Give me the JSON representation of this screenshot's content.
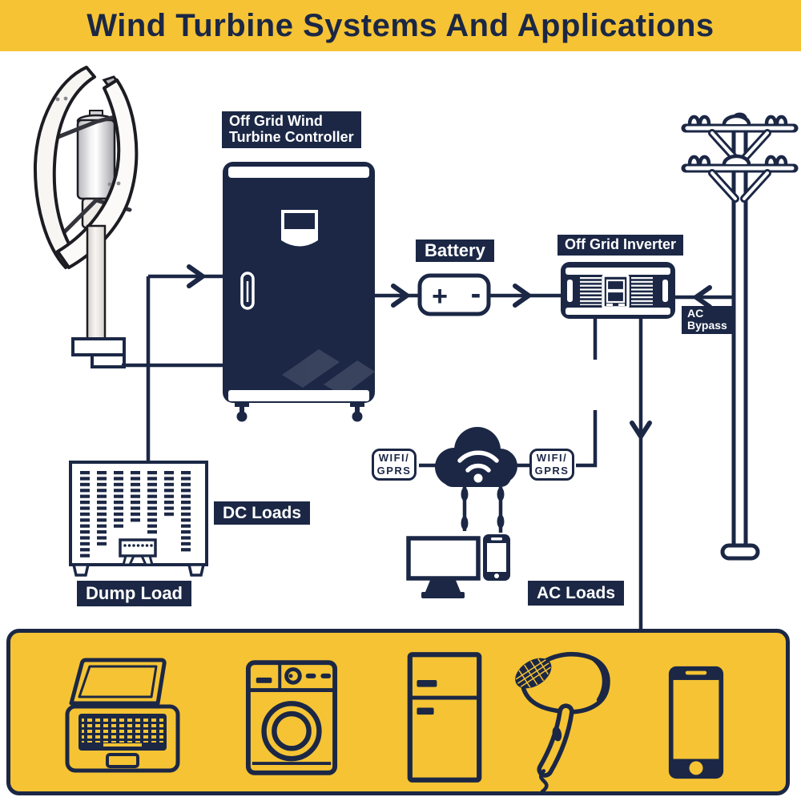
{
  "header": {
    "title": "Wind Turbine Systems And Applications"
  },
  "colors": {
    "navy": "#1B2745",
    "yellow": "#F5C334",
    "white": "#FFFFFF"
  },
  "nodes": {
    "controller": {
      "line1": "Off Grid Wind",
      "line2": "Turbine Controller"
    },
    "battery": {
      "label": "Battery",
      "plus": "+",
      "minus": "-"
    },
    "inverter": {
      "label": "Off Grid Inverter"
    },
    "ac_bypass": {
      "line1": "AC",
      "line2": "Bypass"
    },
    "wifi_left": {
      "line1": "WIFI/",
      "line2": "GPRS"
    },
    "wifi_right": {
      "line1": "WIFI/",
      "line2": "GPRS"
    },
    "dc_loads": {
      "label": "DC Loads"
    },
    "dump_load": {
      "label": "Dump Load"
    },
    "ac_loads": {
      "label": "AC Loads"
    }
  },
  "icons": {
    "turbine": "vertical-axis-wind-turbine",
    "pole": "utility-power-pole",
    "cloud": "wifi-cloud",
    "monitor": "desktop-monitor",
    "cloud_phone": "smartphone",
    "appliances": [
      "laptop",
      "washing-machine",
      "refrigerator",
      "hair-dryer",
      "smartphone"
    ]
  }
}
